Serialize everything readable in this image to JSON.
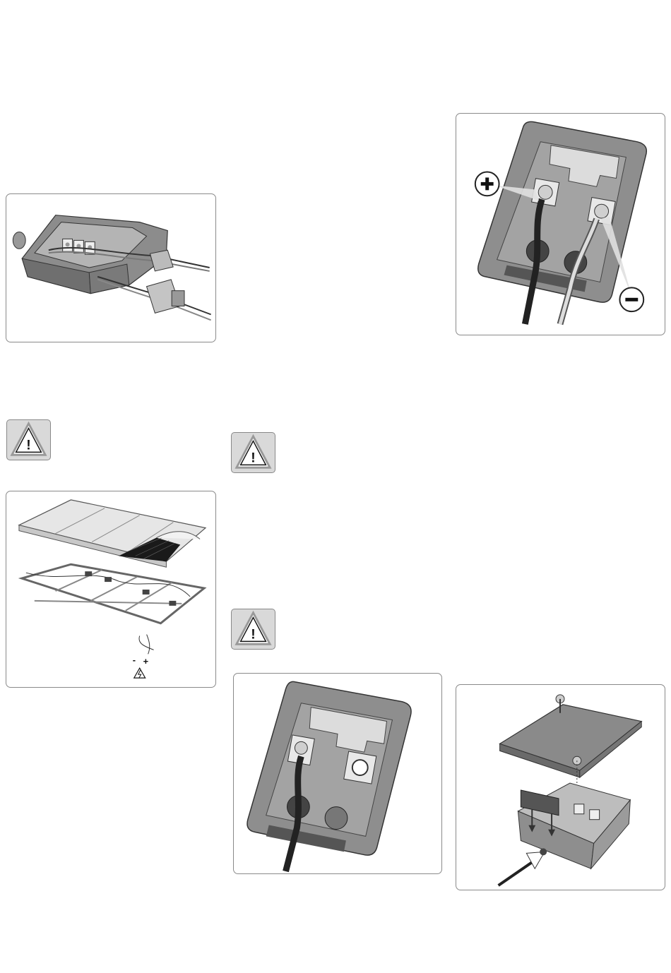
{
  "figures": {
    "junction_box": {
      "icon": "junction-box-cable-glands-illustration"
    },
    "polarity": {
      "icon": "junction-box-polarity-illustration",
      "plus_label": "+",
      "minus_label": "-"
    },
    "solar_panel": {
      "icon": "solar-panel-frame-illustration",
      "minus_label": "-",
      "plus_label": "+"
    },
    "terminal_single": {
      "icon": "junction-box-single-terminal-illustration"
    },
    "lid_closing": {
      "icon": "junction-box-lid-screws-illustration"
    }
  },
  "warnings": {
    "icon": "warning-triangle-icon",
    "glyph": "!"
  },
  "colors": {
    "panel_border": "#8a8a8a",
    "box_fill": "#8c8c8c",
    "box_dark": "#5e5e5e",
    "sign_bg": "#d9d9d9"
  }
}
